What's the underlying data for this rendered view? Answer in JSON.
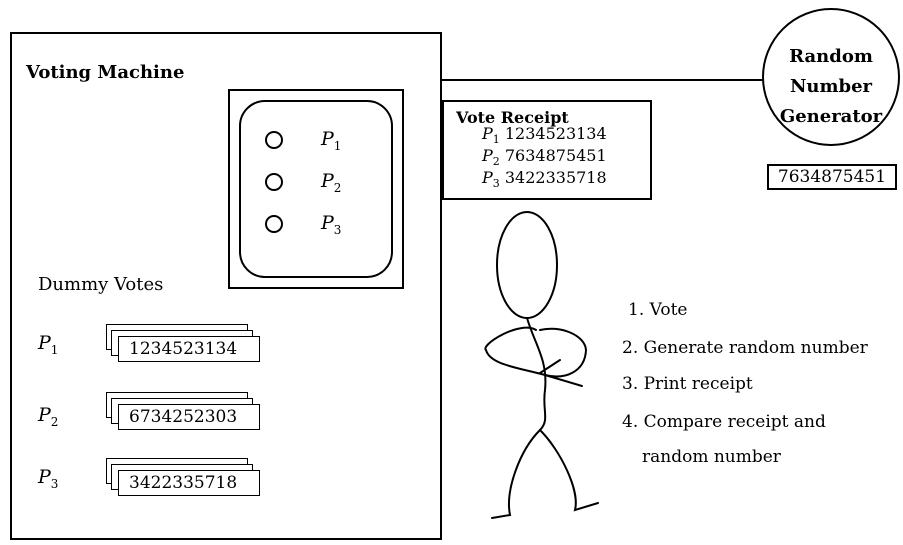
{
  "machine": {
    "title": "Voting Machine",
    "ballot": [
      {
        "party": "P",
        "sub": "1",
        "marked": false
      },
      {
        "party": "P",
        "sub": "2",
        "marked": true
      },
      {
        "party": "P",
        "sub": "3",
        "marked": false
      }
    ],
    "dummy_title": "Dummy Votes",
    "dummy_votes": [
      {
        "party": "P",
        "sub": "1",
        "number": "1234523134"
      },
      {
        "party": "P",
        "sub": "2",
        "number": "6734252303"
      },
      {
        "party": "P",
        "sub": "3",
        "number": "3422335718"
      }
    ]
  },
  "receipt": {
    "title": "Vote Receipt",
    "lines": [
      {
        "party": "P",
        "sub": "1",
        "number": "1234523134"
      },
      {
        "party": "P",
        "sub": "2",
        "number": "7634875451"
      },
      {
        "party": "P",
        "sub": "3",
        "number": "3422335718"
      }
    ]
  },
  "rng": {
    "line1": "Random",
    "line2": "Number",
    "line3": "Generator",
    "value": "7634875451"
  },
  "steps": [
    "1. Vote",
    "2. Generate random number",
    "3. Print receipt",
    "4. Compare receipt and",
    "random number"
  ]
}
